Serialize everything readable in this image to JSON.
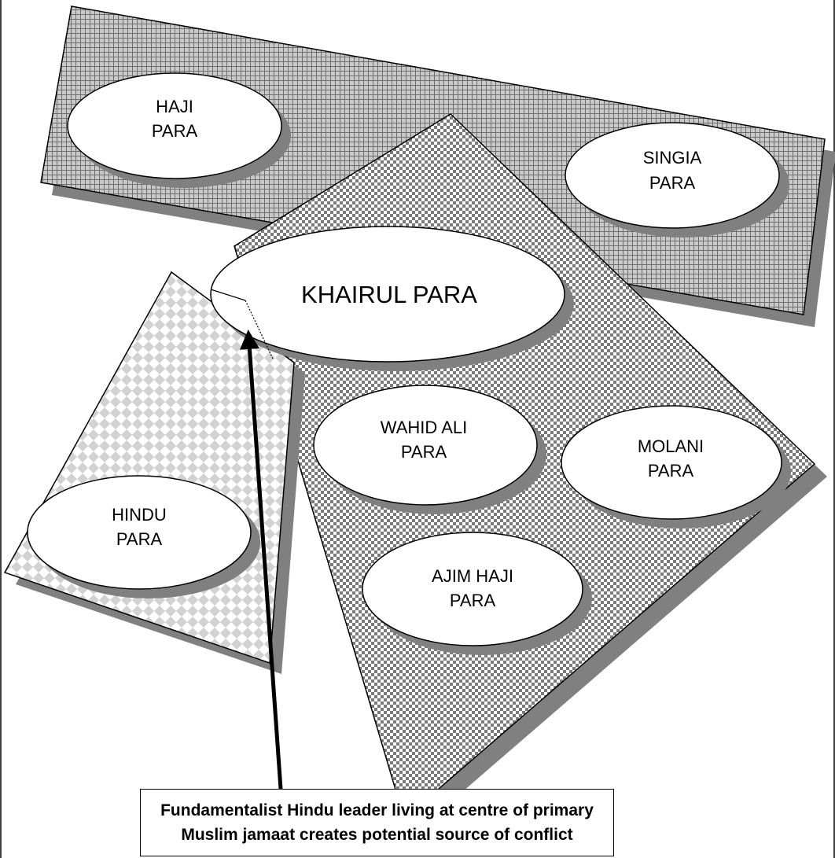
{
  "colors": {
    "background": "#ffffff",
    "ink": "#000000",
    "shadow": "#808080",
    "pattern_light": "#d0d0d0",
    "pattern_dark": "#7a7a7a"
  },
  "regions": [
    {
      "id": "haji-singia-band",
      "pattern": "fine-grid"
    },
    {
      "id": "central-square",
      "pattern": "small-checker"
    },
    {
      "id": "hindu-area",
      "pattern": "diamond-checker"
    }
  ],
  "paras": [
    {
      "id": "haji-para",
      "lines": [
        "HAJI",
        "PARA"
      ]
    },
    {
      "id": "singia-para",
      "lines": [
        "SINGIA",
        "PARA"
      ]
    },
    {
      "id": "khairul-para",
      "lines": [
        "KHAIRUL PARA"
      ]
    },
    {
      "id": "wahid-ali-para",
      "lines": [
        "WAHID ALI",
        "PARA"
      ]
    },
    {
      "id": "molani-para",
      "lines": [
        "MOLANI",
        "PARA"
      ]
    },
    {
      "id": "hindu-para",
      "lines": [
        "HINDU",
        "PARA"
      ]
    },
    {
      "id": "ajim-haji-para",
      "lines": [
        "AJIM HAJI",
        "PARA"
      ]
    }
  ],
  "arrow": {
    "from": "caption",
    "to": "khairul-para"
  },
  "caption": {
    "line1": "Fundamentalist Hindu leader living at centre of primary",
    "line2": "Muslim jamaat creates potential source of conflict"
  }
}
